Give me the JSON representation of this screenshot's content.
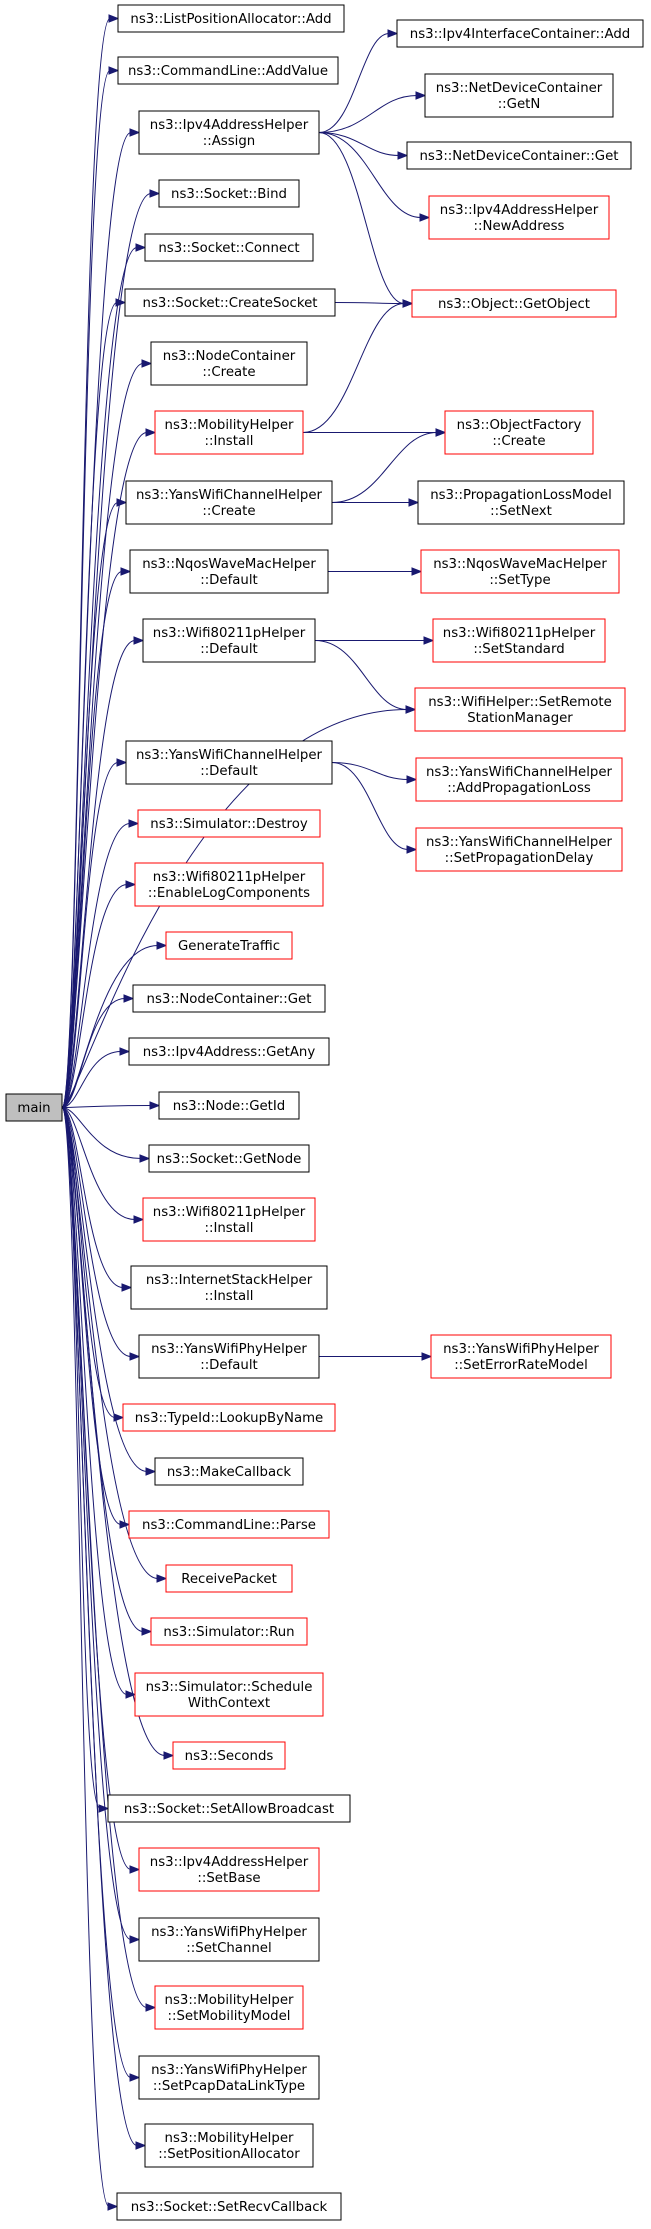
{
  "colors": {
    "edge": "#191970",
    "root_fill": "#bfbfbf",
    "node_fill": "#ffffff",
    "border_plain": "#000000",
    "border_truncated": "#ff0000"
  },
  "nodes": [
    {
      "id": "n_main",
      "lines": [
        "main"
      ],
      "style": "root"
    },
    {
      "id": "n_lpa_add",
      "lines": [
        "ns3::ListPositionAllocator::Add"
      ],
      "style": "plain"
    },
    {
      "id": "n_cl_addvalue",
      "lines": [
        "ns3::CommandLine::AddValue"
      ],
      "style": "plain"
    },
    {
      "id": "n_ipv4ah_assign",
      "lines": [
        "ns3::Ipv4AddressHelper",
        "::Assign"
      ],
      "style": "plain"
    },
    {
      "id": "n_socket_bind",
      "lines": [
        "ns3::Socket::Bind"
      ],
      "style": "plain"
    },
    {
      "id": "n_socket_connect",
      "lines": [
        "ns3::Socket::Connect"
      ],
      "style": "plain"
    },
    {
      "id": "n_socket_createsocket",
      "lines": [
        "ns3::Socket::CreateSocket"
      ],
      "style": "plain"
    },
    {
      "id": "n_nc_create",
      "lines": [
        "ns3::NodeContainer",
        "::Create"
      ],
      "style": "plain"
    },
    {
      "id": "n_mh_install",
      "lines": [
        "ns3::MobilityHelper",
        "::Install"
      ],
      "style": "truncated"
    },
    {
      "id": "n_ywch_create",
      "lines": [
        "ns3::YansWifiChannelHelper",
        "::Create"
      ],
      "style": "plain"
    },
    {
      "id": "n_nwmh_default",
      "lines": [
        "ns3::NqosWaveMacHelper",
        "::Default"
      ],
      "style": "plain"
    },
    {
      "id": "n_w80211p_default",
      "lines": [
        "ns3::Wifi80211pHelper",
        "::Default"
      ],
      "style": "plain"
    },
    {
      "id": "n_ywch_default",
      "lines": [
        "ns3::YansWifiChannelHelper",
        "::Default"
      ],
      "style": "plain"
    },
    {
      "id": "n_sim_destroy",
      "lines": [
        "ns3::Simulator::Destroy"
      ],
      "style": "truncated"
    },
    {
      "id": "n_w80211p_enablelog",
      "lines": [
        "ns3::Wifi80211pHelper",
        "::EnableLogComponents"
      ],
      "style": "truncated"
    },
    {
      "id": "n_generatetraffic",
      "lines": [
        "GenerateTraffic"
      ],
      "style": "truncated"
    },
    {
      "id": "n_nc_get",
      "lines": [
        "ns3::NodeContainer::Get"
      ],
      "style": "plain"
    },
    {
      "id": "n_ipv4a_getany",
      "lines": [
        "ns3::Ipv4Address::GetAny"
      ],
      "style": "plain"
    },
    {
      "id": "n_node_getid",
      "lines": [
        "ns3::Node::GetId"
      ],
      "style": "plain"
    },
    {
      "id": "n_socket_getnode",
      "lines": [
        "ns3::Socket::GetNode"
      ],
      "style": "plain"
    },
    {
      "id": "n_w80211p_install",
      "lines": [
        "ns3::Wifi80211pHelper",
        "::Install"
      ],
      "style": "truncated"
    },
    {
      "id": "n_ish_install",
      "lines": [
        "ns3::InternetStackHelper",
        "::Install"
      ],
      "style": "plain"
    },
    {
      "id": "n_ywph_default",
      "lines": [
        "ns3::YansWifiPhyHelper",
        "::Default"
      ],
      "style": "plain"
    },
    {
      "id": "n_typeid_lookup",
      "lines": [
        "ns3::TypeId::LookupByName"
      ],
      "style": "truncated"
    },
    {
      "id": "n_makecallback",
      "lines": [
        "ns3::MakeCallback"
      ],
      "style": "plain"
    },
    {
      "id": "n_cl_parse",
      "lines": [
        "ns3::CommandLine::Parse"
      ],
      "style": "truncated"
    },
    {
      "id": "n_receivepacket",
      "lines": [
        "ReceivePacket"
      ],
      "style": "truncated"
    },
    {
      "id": "n_sim_run",
      "lines": [
        "ns3::Simulator::Run"
      ],
      "style": "truncated"
    },
    {
      "id": "n_sim_schedule",
      "lines": [
        "ns3::Simulator::Schedule",
        "WithContext"
      ],
      "style": "truncated"
    },
    {
      "id": "n_seconds",
      "lines": [
        "ns3::Seconds"
      ],
      "style": "truncated"
    },
    {
      "id": "n_socket_setallowbcast",
      "lines": [
        "ns3::Socket::SetAllowBroadcast"
      ],
      "style": "plain"
    },
    {
      "id": "n_ipv4ah_setbase",
      "lines": [
        "ns3::Ipv4AddressHelper",
        "::SetBase"
      ],
      "style": "truncated"
    },
    {
      "id": "n_ywph_setchannel",
      "lines": [
        "ns3::YansWifiPhyHelper",
        "::SetChannel"
      ],
      "style": "plain"
    },
    {
      "id": "n_mh_setmobility",
      "lines": [
        "ns3::MobilityHelper",
        "::SetMobilityModel"
      ],
      "style": "truncated"
    },
    {
      "id": "n_ywph_setpcap",
      "lines": [
        "ns3::YansWifiPhyHelper",
        "::SetPcapDataLinkType"
      ],
      "style": "plain"
    },
    {
      "id": "n_mh_setposalloc",
      "lines": [
        "ns3::MobilityHelper",
        "::SetPositionAllocator"
      ],
      "style": "plain"
    },
    {
      "id": "n_socket_setrecvcb",
      "lines": [
        "ns3::Socket::SetRecvCallback"
      ],
      "style": "plain"
    },
    {
      "id": "n_ipv4ic_add",
      "lines": [
        "ns3::Ipv4InterfaceContainer::Add"
      ],
      "style": "plain"
    },
    {
      "id": "n_ndc_getn",
      "lines": [
        "ns3::NetDeviceContainer",
        "::GetN"
      ],
      "style": "plain"
    },
    {
      "id": "n_ndc_get",
      "lines": [
        "ns3::NetDeviceContainer::Get"
      ],
      "style": "plain"
    },
    {
      "id": "n_ipv4ah_newaddr",
      "lines": [
        "ns3::Ipv4AddressHelper",
        "::NewAddress"
      ],
      "style": "truncated"
    },
    {
      "id": "n_object_getobject",
      "lines": [
        "ns3::Object::GetObject"
      ],
      "style": "truncated"
    },
    {
      "id": "n_of_create",
      "lines": [
        "ns3::ObjectFactory",
        "::Create"
      ],
      "style": "truncated"
    },
    {
      "id": "n_plm_setnext",
      "lines": [
        "ns3::PropagationLossModel",
        "::SetNext"
      ],
      "style": "plain"
    },
    {
      "id": "n_nwmh_settype",
      "lines": [
        "ns3::NqosWaveMacHelper",
        "::SetType"
      ],
      "style": "truncated"
    },
    {
      "id": "n_w80211p_setstandard",
      "lines": [
        "ns3::Wifi80211pHelper",
        "::SetStandard"
      ],
      "style": "truncated"
    },
    {
      "id": "n_wh_setremote",
      "lines": [
        "ns3::WifiHelper::SetRemote",
        "StationManager"
      ],
      "style": "truncated"
    },
    {
      "id": "n_ywch_addprop",
      "lines": [
        "ns3::YansWifiChannelHelper",
        "::AddPropagationLoss"
      ],
      "style": "truncated"
    },
    {
      "id": "n_ywch_setpropdelay",
      "lines": [
        "ns3::YansWifiChannelHelper",
        "::SetPropagationDelay"
      ],
      "style": "truncated"
    },
    {
      "id": "n_ywph_seterrrate",
      "lines": [
        "ns3::YansWifiPhyHelper",
        "::SetErrorRateModel"
      ],
      "style": "truncated"
    }
  ],
  "edges": [
    [
      "n_main",
      "n_lpa_add"
    ],
    [
      "n_main",
      "n_cl_addvalue"
    ],
    [
      "n_main",
      "n_ipv4ah_assign"
    ],
    [
      "n_main",
      "n_socket_bind"
    ],
    [
      "n_main",
      "n_socket_connect"
    ],
    [
      "n_main",
      "n_socket_createsocket"
    ],
    [
      "n_main",
      "n_nc_create"
    ],
    [
      "n_main",
      "n_mh_install"
    ],
    [
      "n_main",
      "n_ywch_create"
    ],
    [
      "n_main",
      "n_nwmh_default"
    ],
    [
      "n_main",
      "n_w80211p_default"
    ],
    [
      "n_main",
      "n_wh_setremote"
    ],
    [
      "n_main",
      "n_ywch_default"
    ],
    [
      "n_main",
      "n_sim_destroy"
    ],
    [
      "n_main",
      "n_w80211p_enablelog"
    ],
    [
      "n_main",
      "n_generatetraffic"
    ],
    [
      "n_main",
      "n_nc_get"
    ],
    [
      "n_main",
      "n_ipv4a_getany"
    ],
    [
      "n_main",
      "n_node_getid"
    ],
    [
      "n_main",
      "n_socket_getnode"
    ],
    [
      "n_main",
      "n_w80211p_install"
    ],
    [
      "n_main",
      "n_ish_install"
    ],
    [
      "n_main",
      "n_ywph_default"
    ],
    [
      "n_main",
      "n_typeid_lookup"
    ],
    [
      "n_main",
      "n_makecallback"
    ],
    [
      "n_main",
      "n_cl_parse"
    ],
    [
      "n_main",
      "n_receivepacket"
    ],
    [
      "n_main",
      "n_sim_run"
    ],
    [
      "n_main",
      "n_sim_schedule"
    ],
    [
      "n_main",
      "n_seconds"
    ],
    [
      "n_main",
      "n_socket_setallowbcast"
    ],
    [
      "n_main",
      "n_ipv4ah_setbase"
    ],
    [
      "n_main",
      "n_ywph_setchannel"
    ],
    [
      "n_main",
      "n_mh_setmobility"
    ],
    [
      "n_main",
      "n_ywph_setpcap"
    ],
    [
      "n_main",
      "n_mh_setposalloc"
    ],
    [
      "n_main",
      "n_socket_setrecvcb"
    ],
    [
      "n_ipv4ah_assign",
      "n_ipv4ic_add"
    ],
    [
      "n_ipv4ah_assign",
      "n_ndc_getn"
    ],
    [
      "n_ipv4ah_assign",
      "n_ndc_get"
    ],
    [
      "n_ipv4ah_assign",
      "n_ipv4ah_newaddr"
    ],
    [
      "n_ipv4ah_assign",
      "n_object_getobject"
    ],
    [
      "n_socket_createsocket",
      "n_object_getobject"
    ],
    [
      "n_mh_install",
      "n_object_getobject"
    ],
    [
      "n_mh_install",
      "n_of_create"
    ],
    [
      "n_ywch_create",
      "n_of_create"
    ],
    [
      "n_ywch_create",
      "n_plm_setnext"
    ],
    [
      "n_nwmh_default",
      "n_nwmh_settype"
    ],
    [
      "n_w80211p_default",
      "n_w80211p_setstandard"
    ],
    [
      "n_w80211p_default",
      "n_wh_setremote"
    ],
    [
      "n_ywch_default",
      "n_ywch_addprop"
    ],
    [
      "n_ywch_default",
      "n_ywch_setpropdelay"
    ],
    [
      "n_ywph_default",
      "n_ywph_seterrrate"
    ]
  ]
}
